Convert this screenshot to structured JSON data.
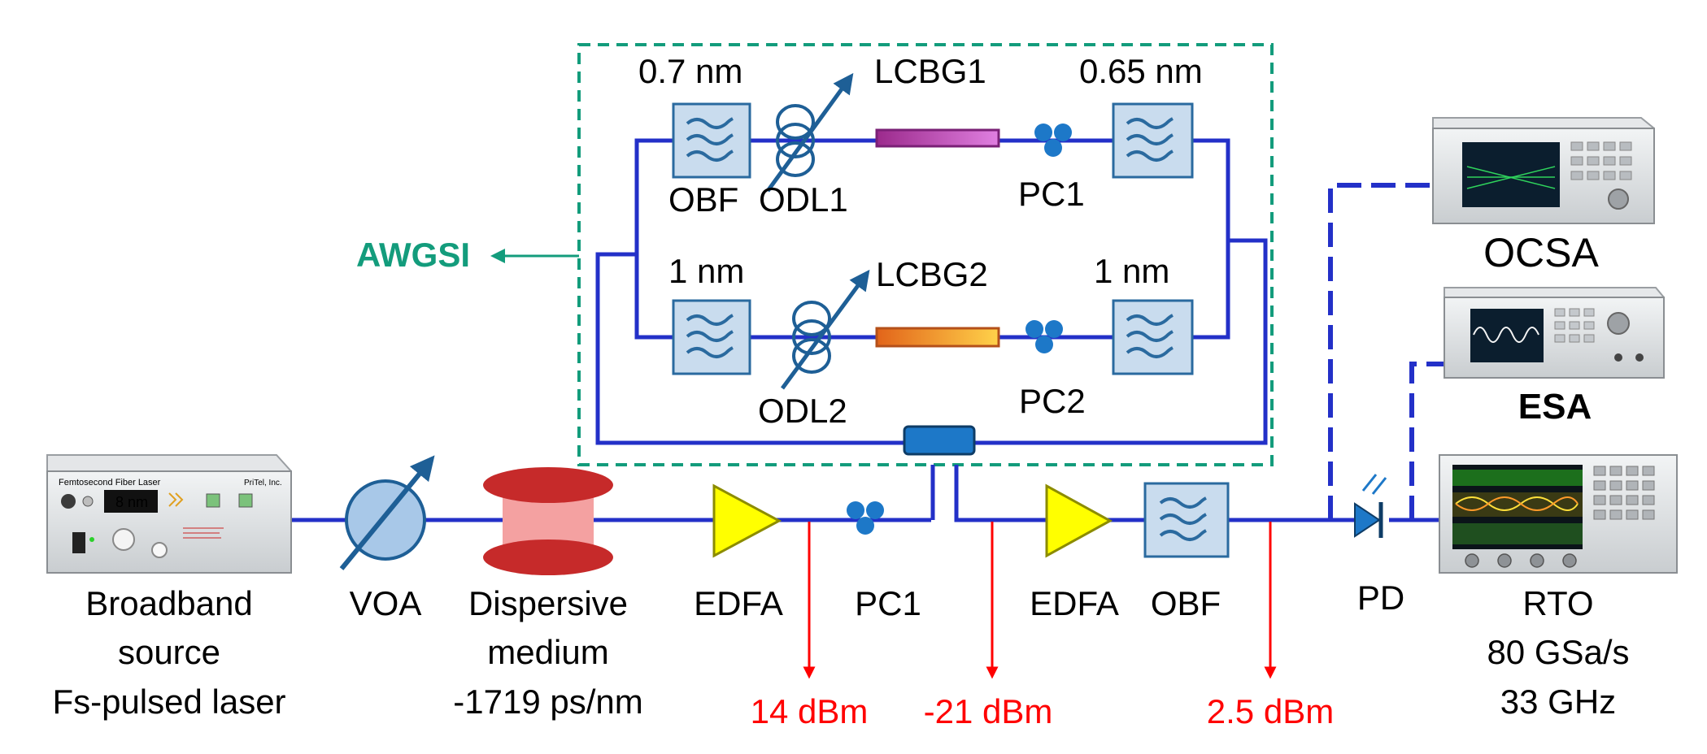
{
  "colors": {
    "fiber": "#2330c8",
    "filter_fill": "#c9dcee",
    "filter_stroke": "#2a6a9f",
    "edfa": "#ffff00",
    "red": "#ff0000",
    "green": "#139c7c",
    "dispersive_red": "#c62a2a",
    "dispersive_pink": "#f4a1a1"
  },
  "awgsi": {
    "label": "AWGSI"
  },
  "upper_arm": {
    "obf_bandwidth": "0.7 nm",
    "obf_label": "OBF",
    "odl_label": "ODL1",
    "lcbg_label": "LCBG1",
    "pc_label": "PC1",
    "out_filter_bandwidth": "0.65 nm"
  },
  "lower_arm": {
    "obf_bandwidth": "1 nm",
    "odl_label": "ODL2",
    "lcbg_label": "LCBG2",
    "pc_label": "PC2",
    "out_filter_bandwidth": "1 nm"
  },
  "source": {
    "label_line1": "Broadband",
    "label_line2": "source",
    "label_line3": "Fs-pulsed laser",
    "display_text": "8 nm",
    "brand_text": "Femtosecond Fiber Laser",
    "maker_text": "PriTel, Inc."
  },
  "voa": {
    "label": "VOA"
  },
  "dispersive": {
    "label_line1": "Dispersive",
    "label_line2": "medium",
    "label_line3": "-1719 ps/nm"
  },
  "edfa1": {
    "label": "EDFA",
    "power": "14 dBm"
  },
  "pc_main": {
    "label": "PC1",
    "power": "-21 dBm"
  },
  "edfa2": {
    "label": "EDFA"
  },
  "obf_main": {
    "label": "OBF",
    "power": "2.5 dBm"
  },
  "pd": {
    "label": "PD"
  },
  "instruments": {
    "ocsa": "OCSA",
    "esa": "ESA",
    "rto_line1": "RTO",
    "rto_line2": "80 GSa/s",
    "rto_line3": "33 GHz"
  }
}
